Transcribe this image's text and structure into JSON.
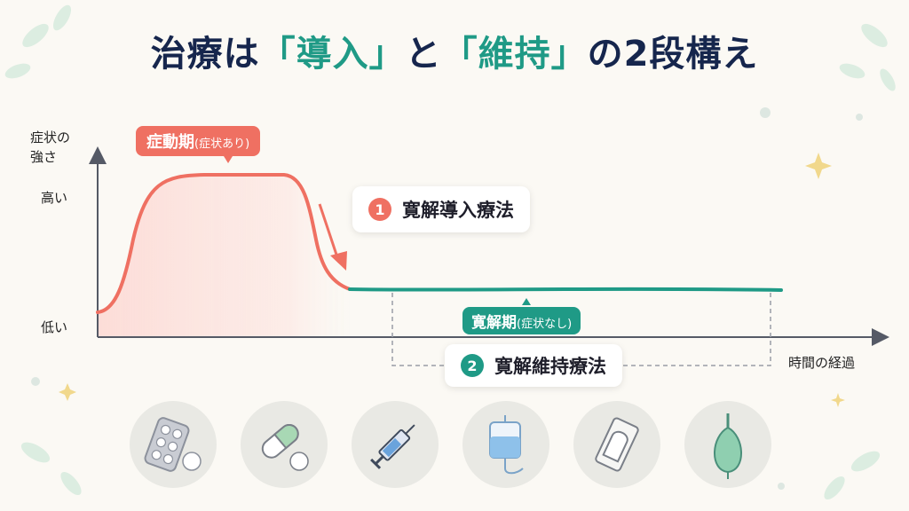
{
  "title": {
    "part1": "治療は",
    "part2": "「導入」",
    "part3": "と",
    "part4": "「維持」",
    "part5": "の2段構え"
  },
  "y_axis": {
    "label_line1": "症状の",
    "label_line2": "強さ",
    "high": "高い",
    "low": "低い"
  },
  "x_axis": {
    "label": "時間の経過"
  },
  "active_phase": {
    "label": "症動期",
    "note": "(症状あり)"
  },
  "remission_phase": {
    "label": "寛解期",
    "note": "(症状なし)"
  },
  "induction_therapy": {
    "number": "1",
    "label": "寛解導入療法"
  },
  "maintenance_therapy": {
    "number": "2",
    "label": "寛解維持療法"
  },
  "icons": [
    "tablet-blister-icon",
    "capsule-pill-icon",
    "syringe-icon",
    "iv-drip-icon",
    "suppository-icon",
    "enema-icon"
  ],
  "colors": {
    "active": "#ef7062",
    "remission": "#1f9a86",
    "title": "#16264d"
  }
}
